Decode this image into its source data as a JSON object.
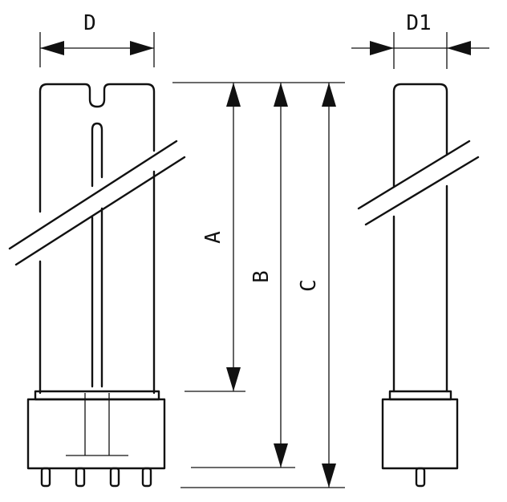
{
  "labels": {
    "d": "D",
    "d1": "D1",
    "a": "A",
    "b": "B",
    "c": "C"
  },
  "colors": {
    "stroke": "#111111",
    "background": "#ffffff"
  }
}
